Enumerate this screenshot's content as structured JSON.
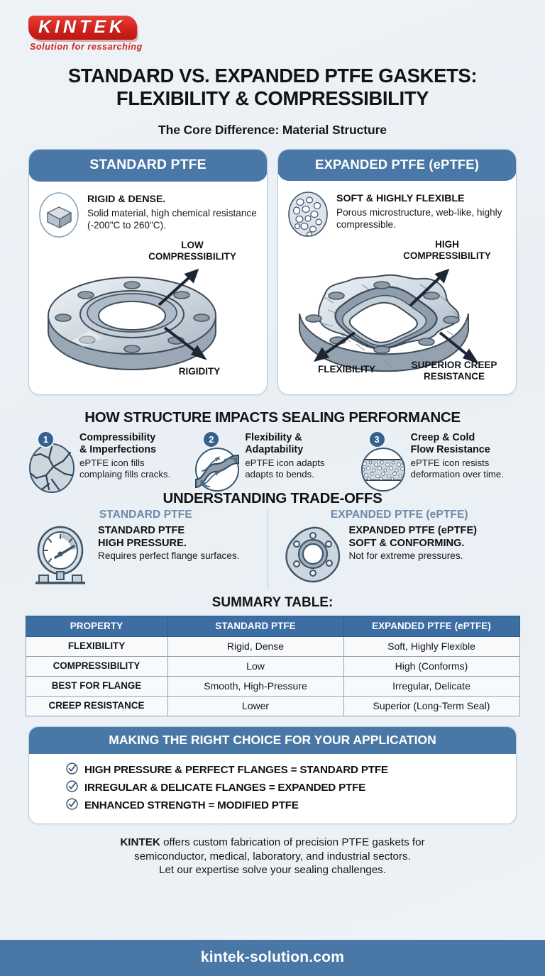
{
  "brand": {
    "logo_word": "KINTEK",
    "logo_tagline": "Solution for ressarching",
    "logo_color": "#d2221c"
  },
  "header": {
    "title_line1": "STANDARD VS. EXPANDED PTFE GASKETS:",
    "title_line2": "FLEXIBILITY & COMPRESSIBILITY",
    "subtitle": "The Core Difference: Material Structure"
  },
  "theme": {
    "accent_blue": "#4a78a6",
    "table_header_blue": "#3d6ea3",
    "panel_border": "#b9cbdc",
    "background": "#eef3f7",
    "muted_heading": "#6d8ba8"
  },
  "panels": [
    {
      "head": "STANDARD PTFE",
      "icon": "solid-cube-icon",
      "bold_text": "RIGID & DENSE.",
      "body_text": "Solid material, high chemical resistance (-200\"C to 260\"C).",
      "diagram": "smooth-round-flange-gasket",
      "arrow_labels": [
        "LOW COMPRESSIBILITY",
        "RIGIDITY"
      ]
    },
    {
      "head": "EXPANDED PTFE (ePTFE)",
      "icon": "porous-microstructure-icon",
      "bold_text": "SOFT & HIGHLY FLEXIBLE",
      "body_text": "Porous microstructure, web-like, highly compressible.",
      "diagram": "irregular-wavy-flange-gasket",
      "arrow_labels": [
        "HIGH COMPRESSIBILITY",
        "FLEXIBILITY",
        "SUPERIOR CREEP RESISTANCE"
      ]
    }
  ],
  "steps_section": {
    "title": "HOW STRUCTURE IMPACTS SEALING PERFORMANCE",
    "steps": [
      {
        "number": "1",
        "icon": "cracked-surface-icon",
        "heading_line1": "Compressibility",
        "heading_line2": "& Imperfections",
        "body": "ePTFE icon fills complaing fills cracks."
      },
      {
        "number": "2",
        "icon": "bending-adapt-arrows-icon",
        "heading_line1": "Flexibility &",
        "heading_line2": "Adaptability",
        "body": "ePTFE icon adapts adapts to bends."
      },
      {
        "number": "3",
        "icon": "porous-band-icon",
        "heading_line1": "Creep & Cold",
        "heading_line2": "Flow Resistance",
        "body": "ePTFE icon resists deformation over time."
      }
    ]
  },
  "tradeoffs": {
    "title": "UNDERSTANDING TRADE-OFFS",
    "left": {
      "head": "STANDARD PTFE",
      "icon": "pressure-gauge-icon",
      "bold1": "STANDARD PTFE",
      "bold2": "HIGH PRESSURE.",
      "body": "Requires perfect flange surfaces."
    },
    "right": {
      "head": "EXPANDED PTFE (ePTFE)",
      "icon": "flange-ring-icon",
      "bold1": "EXPANDED PTFE (ePTFE)",
      "bold2": "SOFT & CONFORMING.",
      "body": "Not for extreme pressures."
    }
  },
  "summary_table": {
    "title": "SUMMARY TABLE:",
    "columns": [
      "PROPERTY",
      "STANDARD PTFE",
      "EXPANDED PTFE (ePTFE)"
    ],
    "rows": [
      [
        "FLEXIBILITY",
        "Rigid, Dense",
        "Soft, Highly Flexible"
      ],
      [
        "COMPRESSIBILITY",
        "Low",
        "High (Conforms)"
      ],
      [
        "BEST FOR FLANGE",
        "Smooth, High-Pressure",
        "Irregular, Delicate"
      ],
      [
        "CREEP RESISTANCE",
        "Lower",
        "Superior (Long-Term Seal)"
      ]
    ]
  },
  "choice_box": {
    "head": "MAKING THE RIGHT CHOICE FOR YOUR APPLICATION",
    "items": [
      "HIGH PRESSURE & PERFECT FLANGES = STANDARD PTFE",
      "IRREGULAR & DELICATE FLANGES = EXPANDED PTFE",
      "ENHANCED STRENGTH = MODIFIED PTFE"
    ]
  },
  "footer": {
    "brand": "KINTEK",
    "line1_rest": " offers custom fabrication of precision PTFE gaskets for",
    "line2": "semiconductor, medical, laboratory, and industrial sectors.",
    "line3": "Let our expertise solve your sealing challenges.",
    "website": "kintek-solution.com"
  }
}
